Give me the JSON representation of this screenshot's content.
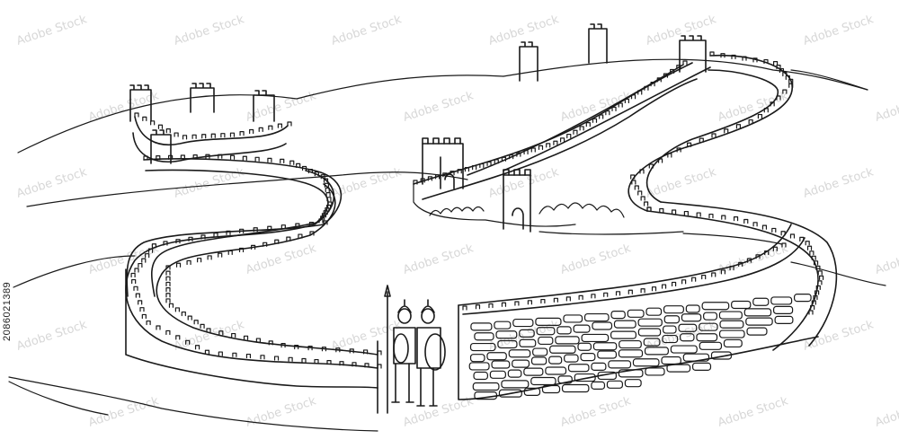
{
  "image": {
    "subject": "great-wall-line-drawing",
    "stock_id": "2086021389",
    "watermark_text": "Adobe Stock",
    "colors": {
      "line": "#1a1a1a",
      "background": "#ffffff",
      "watermark": "#d7d7d7"
    }
  }
}
